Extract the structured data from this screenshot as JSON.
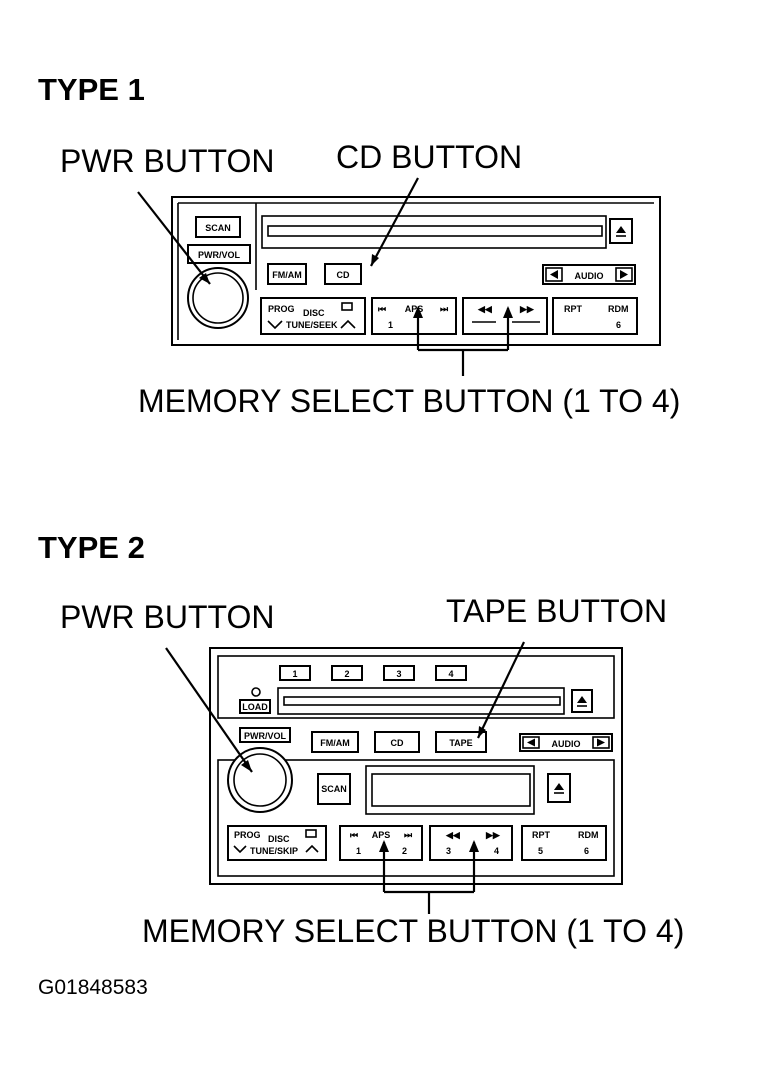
{
  "type1": {
    "heading": "TYPE 1",
    "pwr_label": "PWR BUTTON",
    "cd_label": "CD BUTTON",
    "memory_label": "MEMORY SELECT BUTTON (1 TO 4)",
    "buttons": {
      "scan": "SCAN",
      "pwr_vol": "PWR/VOL",
      "fm_am": "FM/AM",
      "cd": "CD",
      "audio": "AUDIO",
      "prog": "PROG",
      "disc": "DISC",
      "tune_seek": "TUNE/SEEK",
      "aps": "APS",
      "aps_num": "1",
      "rpt": "RPT",
      "rdm": "RDM",
      "rdm_num": "6"
    }
  },
  "type2": {
    "heading": "TYPE 2",
    "pwr_label": "PWR BUTTON",
    "tape_label": "TAPE BUTTON",
    "memory_label": "MEMORY SELECT BUTTON (1 TO 4)",
    "buttons": {
      "disc_1": "1",
      "disc_2": "2",
      "disc_3": "3",
      "disc_4": "4",
      "load": "LOAD",
      "pwr_vol": "PWR/VOL",
      "fm_am": "FM/AM",
      "cd": "CD",
      "tape": "TAPE",
      "audio": "AUDIO",
      "scan": "SCAN",
      "prog": "PROG",
      "disc": "DISC",
      "tune_seek": "TUNE/SKIP",
      "aps": "APS",
      "preset_1": "1",
      "preset_2": "2",
      "preset_3": "3",
      "preset_4": "4",
      "rpt": "RPT",
      "rdm": "RDM",
      "preset_5": "5",
      "preset_6": "6"
    }
  },
  "figure_code": "G01848583"
}
